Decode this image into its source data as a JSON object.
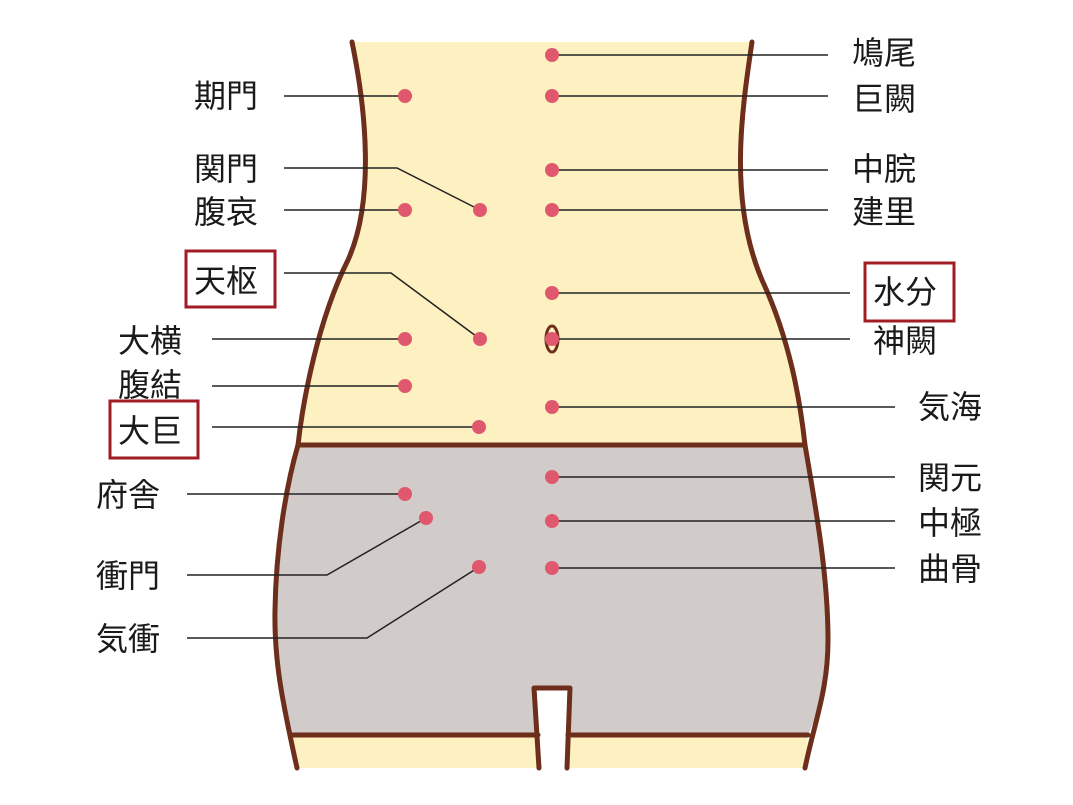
{
  "colors": {
    "skin": "#fdf0c1",
    "shorts": "#d1ccc9",
    "outline": "#6e2e1c",
    "point": "#e0586e",
    "leader": "#222222",
    "highlight_box": "#a11c24"
  },
  "labels": {
    "kyubi": "鳩尾",
    "koketsu": "巨闕",
    "kimon": "期門",
    "chukan": "中脘",
    "kanmon": "関門",
    "kenri": "建里",
    "fukuai": "腹哀",
    "tensu": "天枢",
    "suibun": "水分",
    "daio": "大横",
    "shinketsu": "神闕",
    "fukuketsu": "腹結",
    "kikai": "気海",
    "daiko": "大巨",
    "kangen": "関元",
    "fusha": "府舎",
    "chukyoku": "中極",
    "shomon": "衝門",
    "kyokotsu": "曲骨",
    "kisho": "気衝"
  },
  "highlighted": [
    "tensu",
    "suibun",
    "daiko"
  ]
}
